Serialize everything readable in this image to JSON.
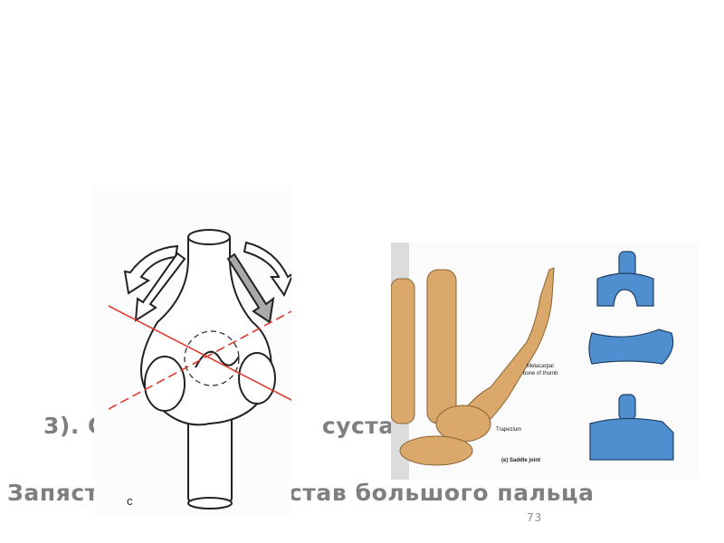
{
  "slide": {
    "heading_visible": "3). С                    сустав.",
    "heading_left": "3). С",
    "heading_right": "сустав.",
    "subheading_left": "Запяст",
    "subheading_right": "став большого пальца",
    "page_number": "73"
  },
  "figure_left": {
    "label": "c",
    "description": "line drawing of saddle joint with rotation arrows and red axis lines",
    "axis_color": "#e03a2e"
  },
  "figure_right": {
    "labels": {
      "metacarpal": "Metacarpal",
      "metacarpal2": "bone of thumb",
      "trapezium": "Trapezium",
      "caption": "(e) Saddle joint"
    },
    "bone_color": "#d9a86a",
    "joint_color": "#4f8fd0"
  }
}
